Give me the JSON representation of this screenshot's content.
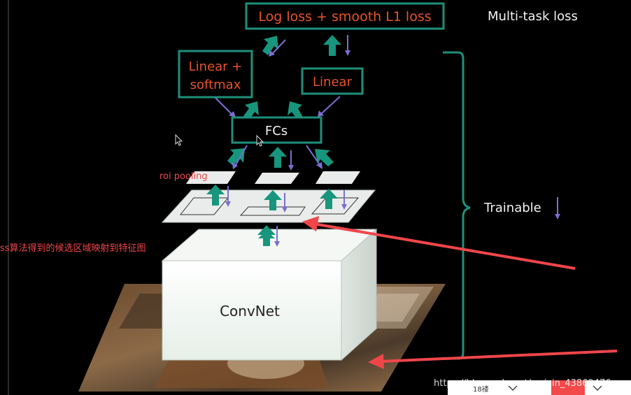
{
  "diagram": {
    "loss_box": "Log loss + smooth L1 loss",
    "multitask_label": "Multi-task loss",
    "linear_softmax_line1": "Linear +",
    "linear_softmax_line2": "softmax",
    "linear_box": "Linear",
    "fcs_box": "FCs",
    "roi_pooling": "roi pooling",
    "convnet": "ConvNet",
    "trainable": "Trainable",
    "annotation": "ss算法得到的候选区域映射到特征图"
  },
  "footer": {
    "watermark": "https://blog.csdn.net/weixin_43869476",
    "page_count": "18楼"
  },
  "colors": {
    "background": "#000000",
    "box_stroke": "#1f8f7a",
    "box_text": "#e8542a",
    "teal_arrow": "#17967d",
    "purple_arrow": "#7a6fd0",
    "red_annotation": "#f0464a",
    "white_text": "#f2f2f2"
  }
}
